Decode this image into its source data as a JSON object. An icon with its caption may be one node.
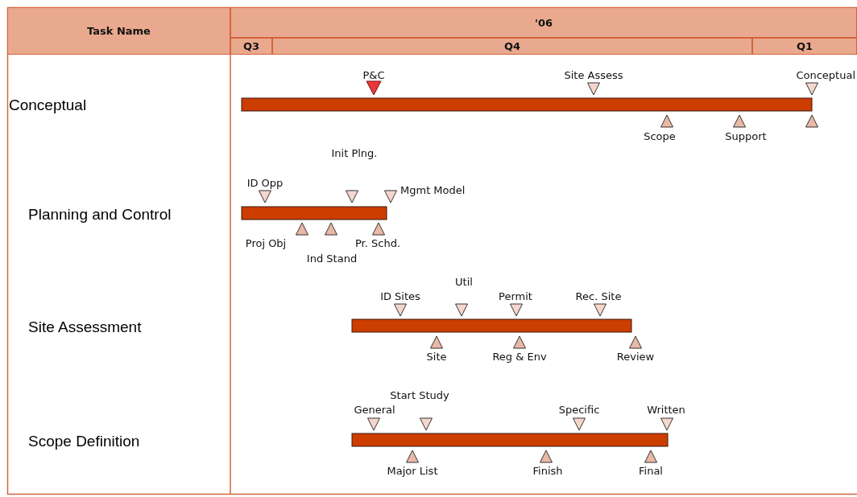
{
  "diagram": {
    "nodes": [
      {
        "text": [],
        "shape": "bar"
      },
      {
        "text": [],
        "shape": "bar"
      },
      {
        "text": [],
        "shape": "bar"
      },
      {
        "text": [],
        "shape": "bar"
      }
    ],
    "labels": [
      "Task Name",
      "'06",
      "Q3",
      "Q4",
      "Q1",
      "P&C",
      "Site Assess",
      "Conceptual",
      "Conceptual",
      "Scope",
      "Support",
      "Init Plng.",
      "ID Opp",
      "Mgmt Model",
      "Planning and Control",
      "Proj Obj",
      "Pr. Schd.",
      "Ind Stand",
      "Util",
      "ID Sites",
      "Permit",
      "Rec. Site",
      "Site Assessment",
      "Site",
      "Reg & Env",
      "Review",
      "Start Study",
      "General",
      "Specific",
      "Written",
      "Scope Definition",
      "Major List",
      "Finish",
      "Final"
    ]
  }
}
